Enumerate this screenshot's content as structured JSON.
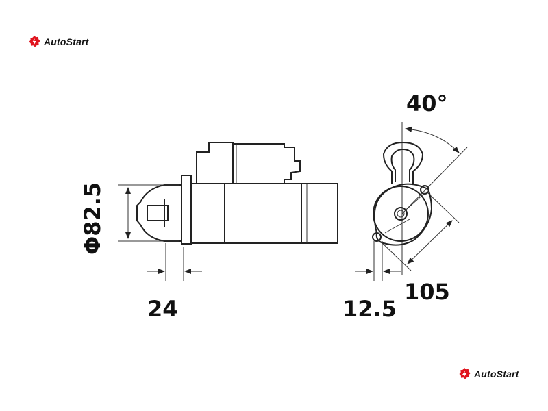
{
  "brand": {
    "name": "AutoStart",
    "accent": "#e0141e"
  },
  "dimensions": {
    "diameter": "Φ82.5",
    "offset": "24",
    "flange": "12.5",
    "bolt_distance": "105",
    "angle": "40°"
  }
}
